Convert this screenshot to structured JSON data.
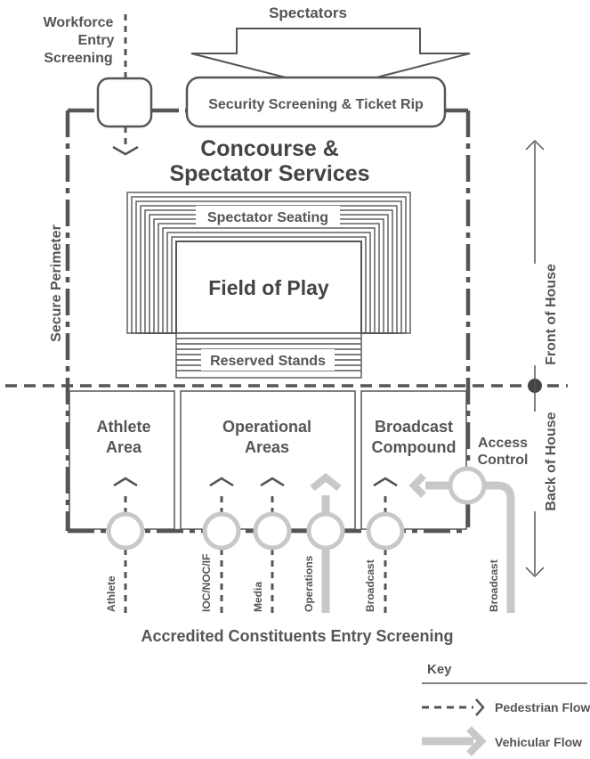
{
  "labels": {
    "workforce_line1": "Workforce",
    "workforce_line2": "Entry",
    "workforce_line3": "Screening",
    "spectators": "Spectators",
    "security_screening": "Security Screening & Ticket Rip",
    "concourse_line1": "Concourse &",
    "concourse_line2": "Spectator Services",
    "spectator_seating": "Spectator Seating",
    "field_of_play": "Field of Play",
    "reserved_stands": "Reserved Stands",
    "secure_perimeter": "Secure Perimeter",
    "front_of_house": "Front of House",
    "back_of_house": "Back of House",
    "athlete_area_line1": "Athlete",
    "athlete_area_line2": "Area",
    "operational_line1": "Operational",
    "operational_line2": "Areas",
    "broadcast_line1": "Broadcast",
    "broadcast_line2": "Compound",
    "access_control_line1": "Access",
    "access_control_line2": "Control",
    "entry_screening": "Accredited Constituents Entry Screening"
  },
  "entry_points": [
    {
      "label": "Athlete",
      "flow": "pedestrian"
    },
    {
      "label": "IOC/NOC/IF",
      "flow": "pedestrian"
    },
    {
      "label": "Media",
      "flow": "pedestrian"
    },
    {
      "label": "Operations",
      "flow": "vehicular"
    },
    {
      "label": "Broadcast",
      "flow": "pedestrian"
    },
    {
      "label": "Broadcast",
      "flow": "vehicular"
    }
  ],
  "key": {
    "title": "Key",
    "pedestrian": "Pedestrian Flow",
    "vehicular": "Vehicular Flow"
  },
  "colors": {
    "line": "#555555",
    "light": "#c8c8c8",
    "text": "#555555"
  }
}
